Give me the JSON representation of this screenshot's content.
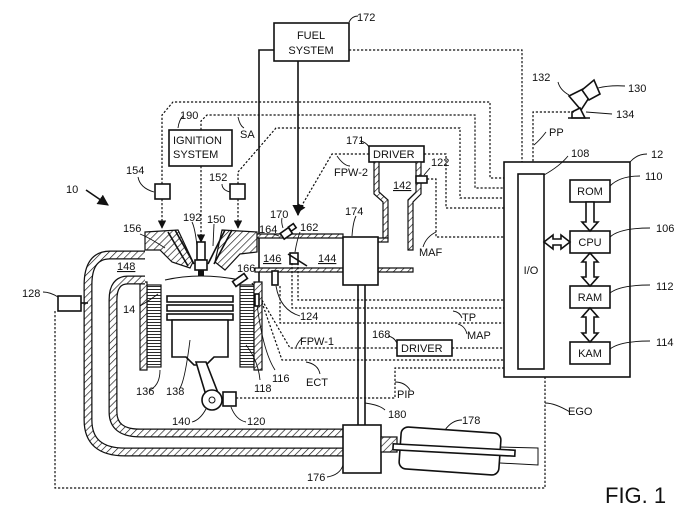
{
  "figure": {
    "title": "FIG. 1",
    "system_ref": "10"
  },
  "blocks": {
    "fuel_system": {
      "ref": "172",
      "lines": [
        "FUEL",
        "SYSTEM"
      ]
    },
    "ignition_system": {
      "ref": "190",
      "lines": [
        "IGNITION",
        "SYSTEM"
      ]
    },
    "driver_top": {
      "ref": "171",
      "label": "DRIVER"
    },
    "driver_bottom": {
      "ref": "168",
      "label": "DRIVER"
    },
    "controller": {
      "ref": "12",
      "io": {
        "ref": "108",
        "label": "I/O"
      },
      "rom": {
        "ref": "110",
        "label": "ROM"
      },
      "cpu": {
        "ref": "106",
        "label": "CPU"
      },
      "ram": {
        "ref": "112",
        "label": "RAM"
      },
      "kam": {
        "ref": "114",
        "label": "KAM"
      }
    }
  },
  "signals": {
    "sa": "SA",
    "fpw2": "FPW-2",
    "fpw1": "FPW-1",
    "maf": "MAF",
    "tp": "TP",
    "map": "MAP",
    "ect": "ECT",
    "pip": "PIP",
    "ego": "EGO",
    "pp": "PP"
  },
  "refs": {
    "r154": "154",
    "r152": "152",
    "r156": "156",
    "r192": "192",
    "r150": "150",
    "r170": "170",
    "r164": "164",
    "r162": "162",
    "r174": "174",
    "r146": "146",
    "r144": "144",
    "r142": "142",
    "r122": "122",
    "r148": "148",
    "r166": "166",
    "r128": "128",
    "r14": "14",
    "r124": "124",
    "r116": "116",
    "r118": "118",
    "r136": "136",
    "r138": "138",
    "r140": "140",
    "r120": "120",
    "r180": "180",
    "r178": "178",
    "r176": "176",
    "r132": "132",
    "r130": "130",
    "r134": "134"
  }
}
